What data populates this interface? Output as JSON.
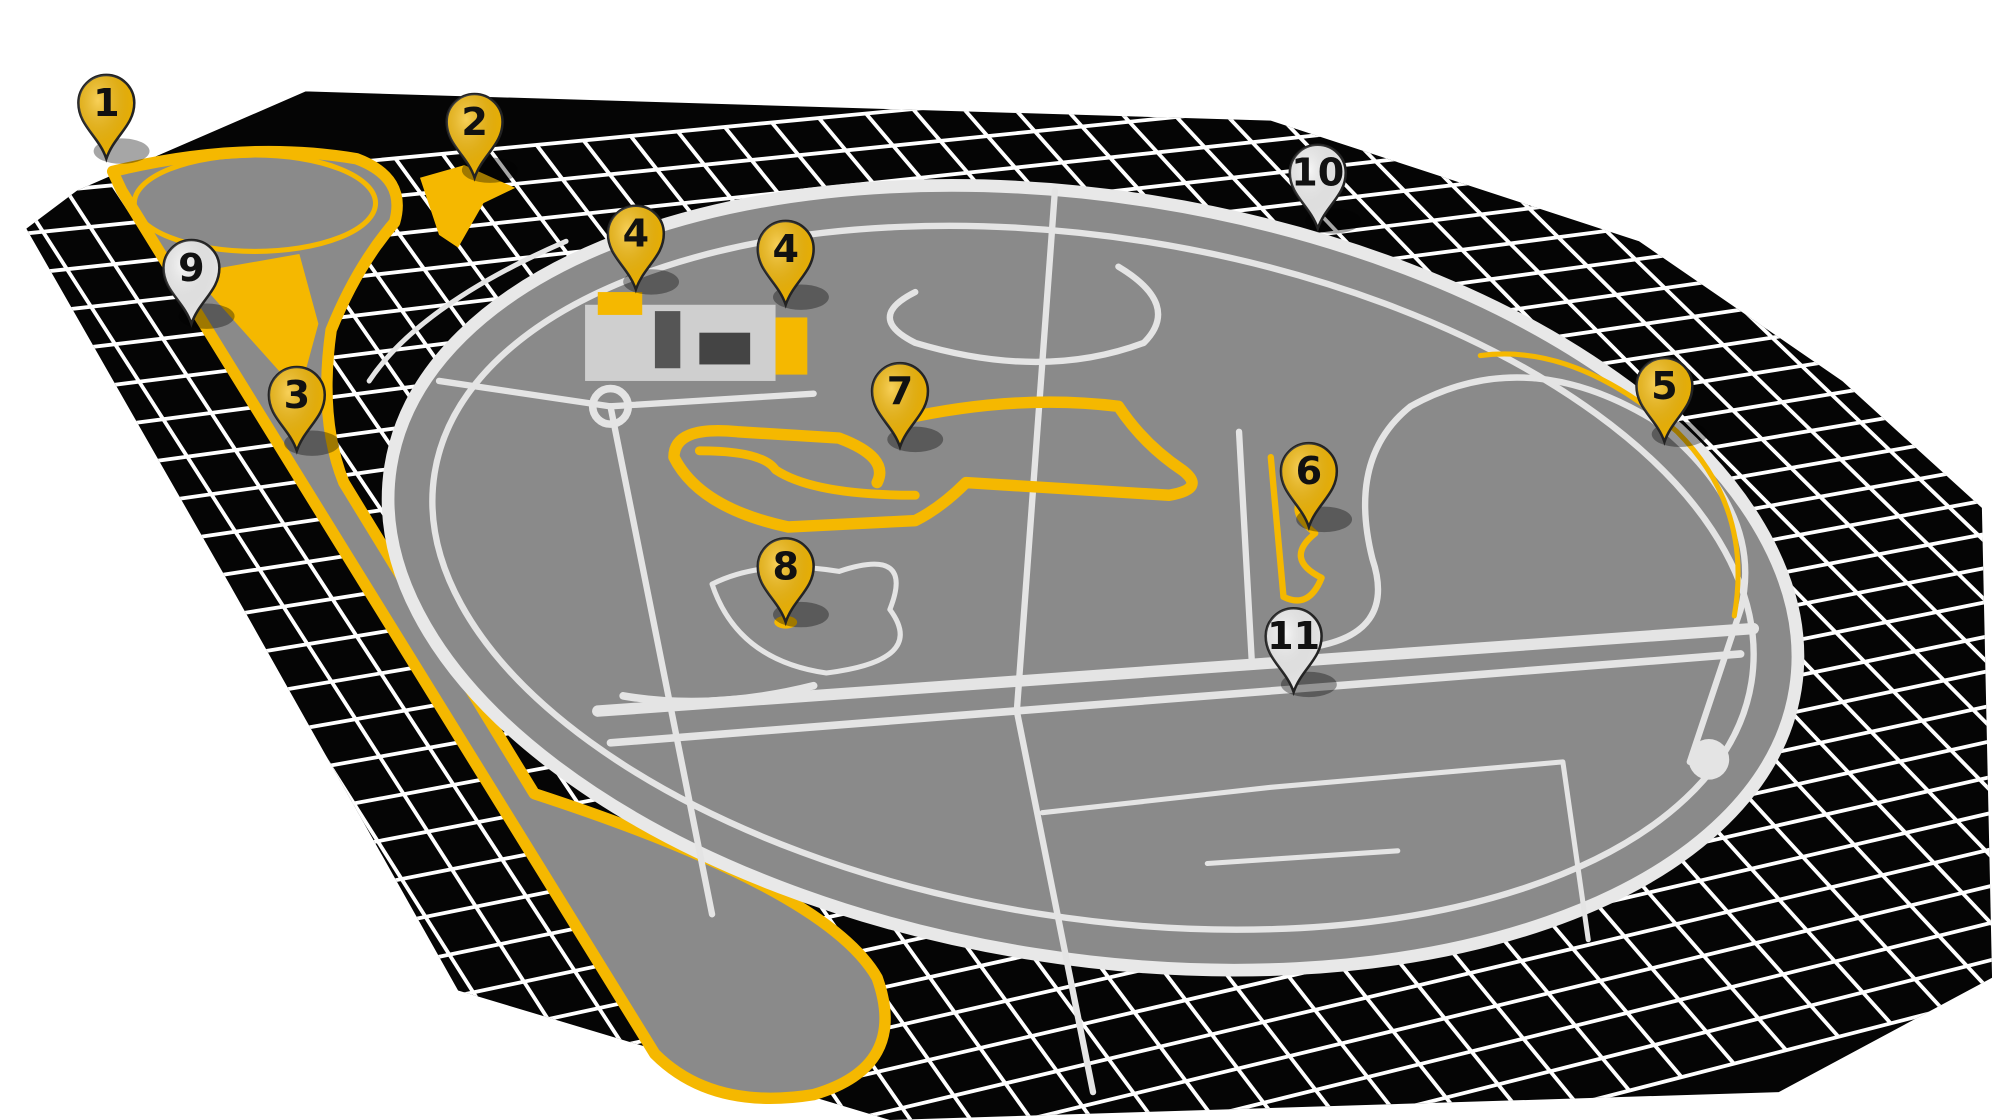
{
  "map": {
    "colors": {
      "accent_yellow": "#f5b800",
      "pin_white": "#f2f2f2",
      "grid_tile": "#050505",
      "ground": "#8a8a8a",
      "road": "#e4e4e4"
    },
    "pins": [
      {
        "label": "1",
        "style": "yellow"
      },
      {
        "label": "2",
        "style": "yellow"
      },
      {
        "label": "3",
        "style": "yellow"
      },
      {
        "label": "4",
        "style": "yellow"
      },
      {
        "label": "4",
        "style": "yellow"
      },
      {
        "label": "5",
        "style": "yellow"
      },
      {
        "label": "6",
        "style": "yellow"
      },
      {
        "label": "7",
        "style": "yellow"
      },
      {
        "label": "8",
        "style": "yellow"
      },
      {
        "label": "9",
        "style": "white"
      },
      {
        "label": "10",
        "style": "white"
      },
      {
        "label": "11",
        "style": "white"
      }
    ]
  }
}
